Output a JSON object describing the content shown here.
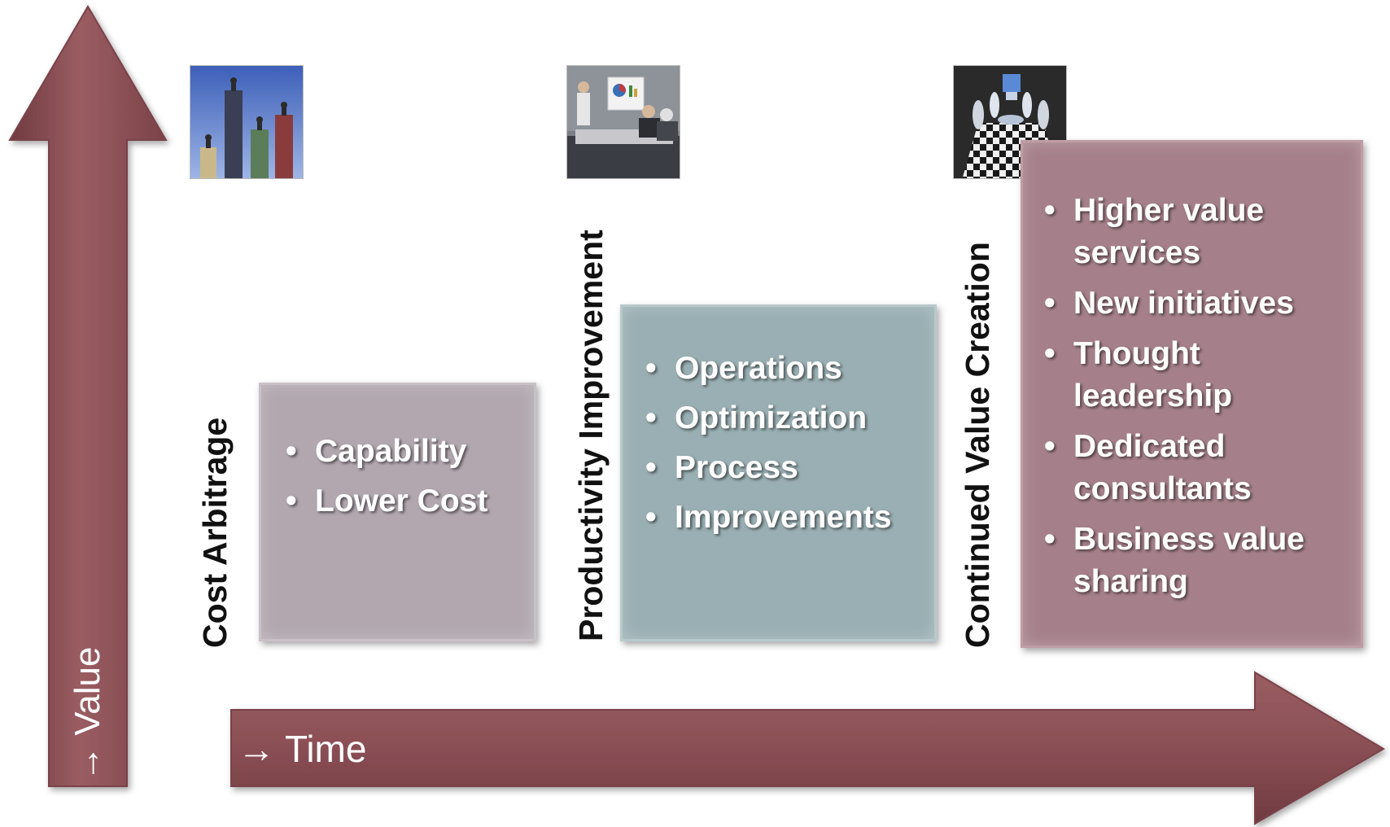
{
  "axes": {
    "x_label": "→ Time",
    "y_label": "→ Value"
  },
  "colors": {
    "arrow": "#8e5358",
    "arrow_dark": "#6f3a40",
    "box_cost": "#b2a7af",
    "box_productivity": "#9aafb3",
    "box_value": "#a5808a",
    "text_light": "#ffffff",
    "title_text": "#111111"
  },
  "stages": [
    {
      "title": "Cost Arbitrage",
      "image": "bar-chart-figures-photo",
      "bullets": [
        "Capability",
        "Lower Cost"
      ]
    },
    {
      "title": "Productivity Improvement",
      "image": "business-meeting-presentation-photo",
      "bullets": [
        "Operations",
        "Optimization",
        "Process",
        "Improvements"
      ]
    },
    {
      "title": "Continued Value Creation",
      "image": "chessboard-figures-photo",
      "bullets": [
        "Higher value services",
        "New initiatives",
        "Thought leadership",
        "Dedicated consultants",
        "Business value sharing"
      ]
    }
  ]
}
